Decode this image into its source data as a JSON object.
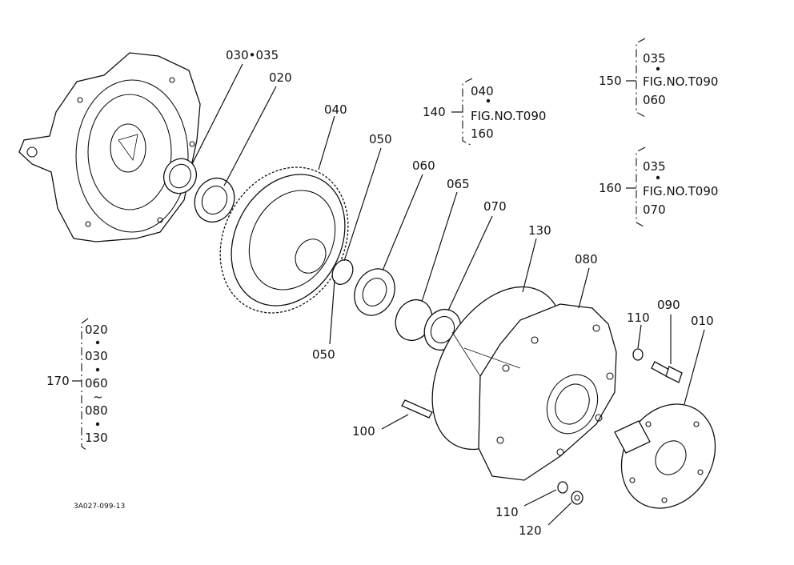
{
  "diagram": {
    "drawing_code": "3A027-099-13",
    "callouts": {
      "c030_035": "030•035",
      "c020": "020",
      "c040": "040",
      "c050_top": "050",
      "c060": "060",
      "c065": "065",
      "c070": "070",
      "c130": "130",
      "c080": "080",
      "c110_top": "110",
      "c090": "090",
      "c010": "010",
      "c050_bottom": "050",
      "c100": "100",
      "c110_bottom": "110",
      "c120": "120"
    },
    "groups": {
      "g140": {
        "label": "140",
        "lines": [
          "040",
          "FIG.NO.T090",
          "160"
        ]
      },
      "g150": {
        "label": "150",
        "lines": [
          "035",
          "FIG.NO.T090",
          "060"
        ]
      },
      "g160": {
        "label": "160",
        "lines": [
          "035",
          "FIG.NO.T090",
          "070"
        ]
      },
      "g170": {
        "label": "170",
        "lines": [
          "020",
          "030",
          "060",
          "~",
          "080",
          "130"
        ]
      }
    }
  }
}
